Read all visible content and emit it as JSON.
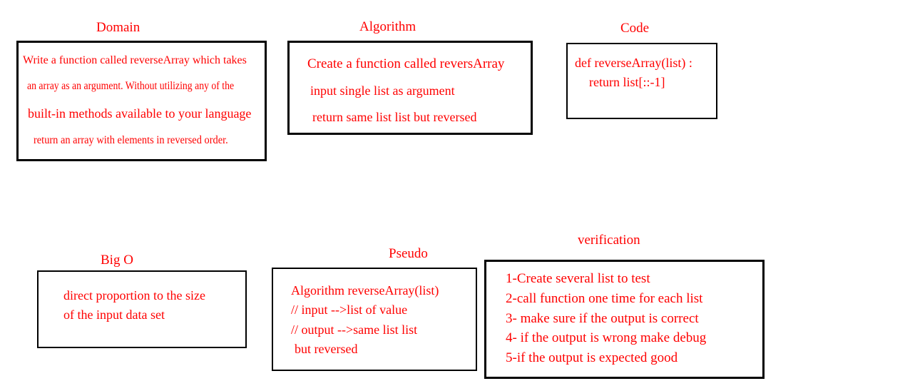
{
  "domain": {
    "title": "Domain",
    "lines": [
      "Write a function called reverseArray which takes",
      "an array as an argument. Without utilizing any of the",
      "built-in methods available to your language",
      "return an array with elements in reversed order."
    ]
  },
  "algorithm": {
    "title": "Algorithm",
    "lines": [
      "Create a function called reversArray",
      "input single list as argument",
      "return same list list but reversed"
    ]
  },
  "code": {
    "title": "Code",
    "lines": [
      "def reverseArray(list) :",
      "return list[::-1]"
    ]
  },
  "bigo": {
    "title": "Big O",
    "lines": [
      "direct proportion to the size",
      "of the input data set"
    ]
  },
  "pseudo": {
    "title": "Pseudo",
    "lines": [
      "Algorithm reverseArray(list)",
      "// input -->list of value",
      "// output -->same list list",
      "but reversed"
    ]
  },
  "verification": {
    "title": "verification",
    "lines": [
      "1-Create several list to test",
      "2-call function one time for each list",
      "3- make sure if the output is correct",
      "4- if the output is wrong make debug",
      "5-if the output is expected good"
    ]
  },
  "colors": {
    "text": "#ff0000",
    "border": "#000000",
    "background": "#ffffff"
  }
}
